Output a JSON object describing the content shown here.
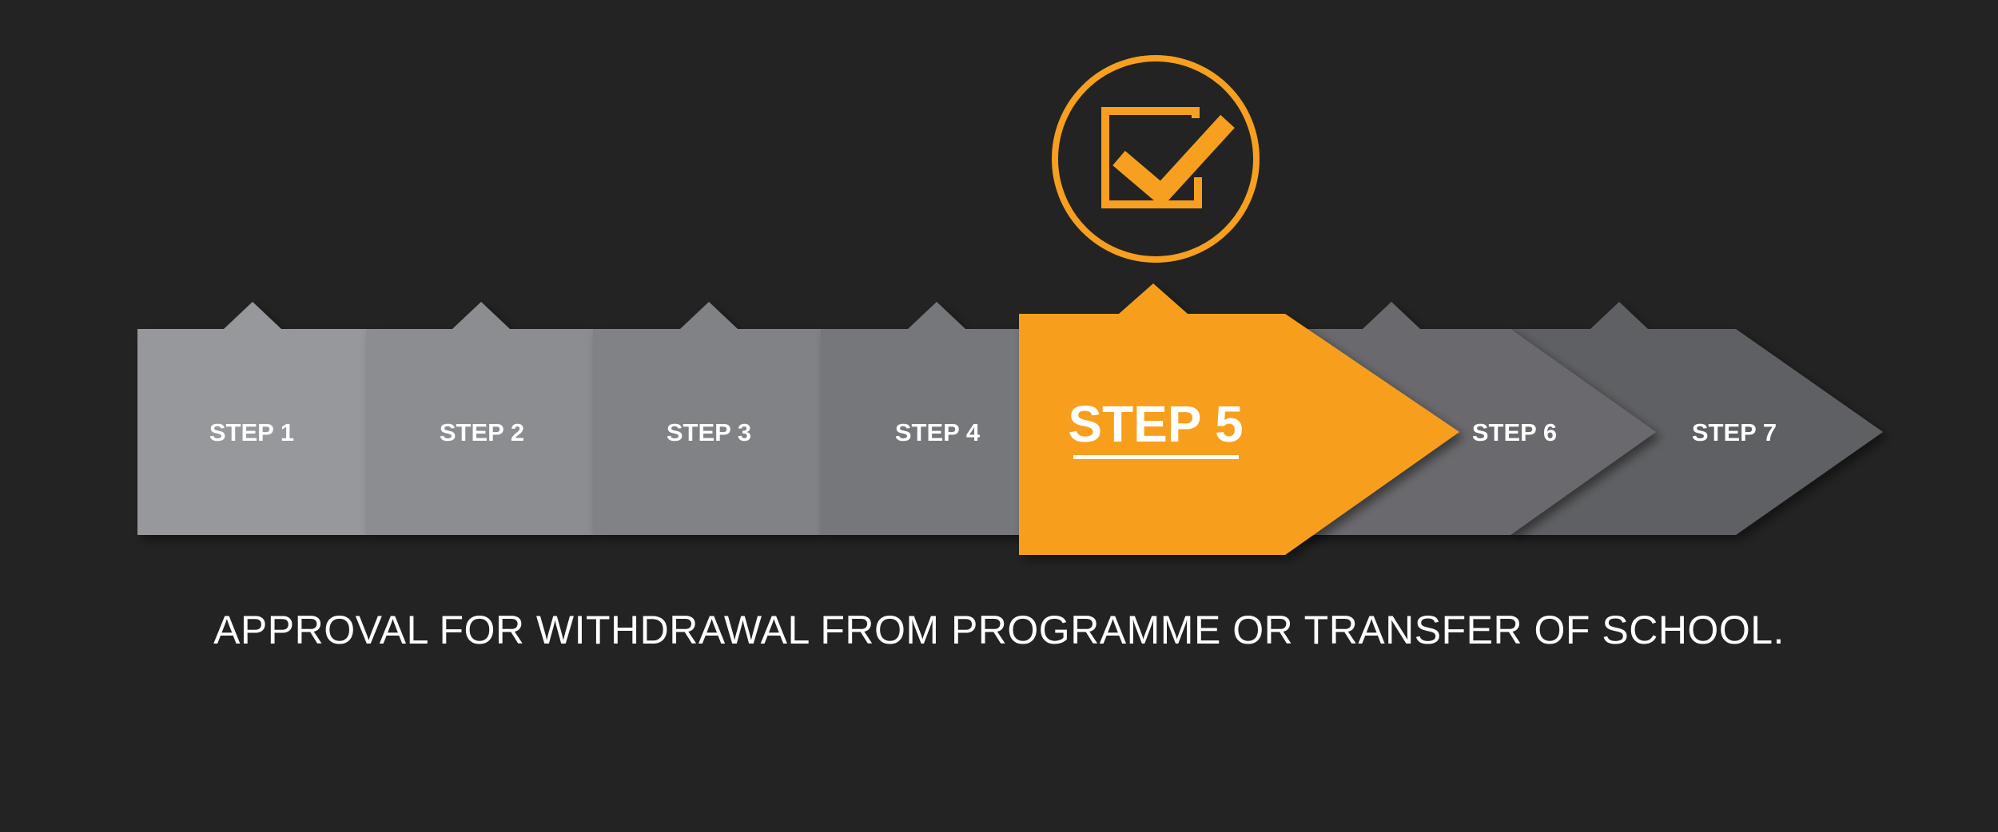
{
  "colors": {
    "background": "#232323",
    "accent": "#f79f1f",
    "text": "#ffffff",
    "step_fills": [
      "#97989b",
      "#8c8d90",
      "#818285",
      "#76777a",
      "#f79f1f",
      "#6a6b6e",
      "#5f6063"
    ]
  },
  "current_step": 5,
  "steps": [
    {
      "label": "STEP 1"
    },
    {
      "label": "STEP 2"
    },
    {
      "label": "STEP 3"
    },
    {
      "label": "STEP 4"
    },
    {
      "label": "STEP 5"
    },
    {
      "label": "STEP 6"
    },
    {
      "label": "STEP 7"
    }
  ],
  "icon": "checkbox-check-icon",
  "description": "APPROVAL FOR WITHDRAWAL FROM PROGRAMME OR TRANSFER OF SCHOOL."
}
